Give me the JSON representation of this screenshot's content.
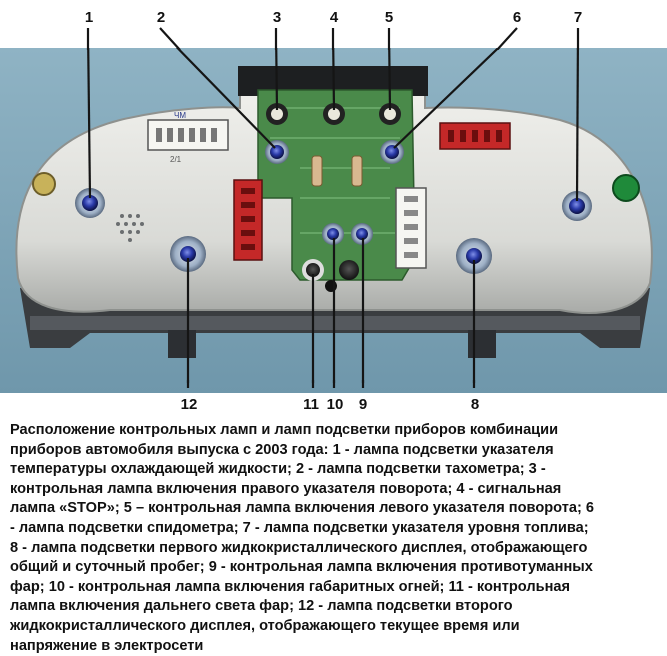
{
  "figure": {
    "callouts": [
      {
        "id": "1",
        "label": "1"
      },
      {
        "id": "2",
        "label": "2"
      },
      {
        "id": "3",
        "label": "3"
      },
      {
        "id": "4",
        "label": "4"
      },
      {
        "id": "5",
        "label": "5"
      },
      {
        "id": "6",
        "label": "6"
      },
      {
        "id": "7",
        "label": "7"
      },
      {
        "id": "12",
        "label": "12"
      },
      {
        "id": "11",
        "label": "11"
      },
      {
        "id": "10",
        "label": "10"
      },
      {
        "id": "9",
        "label": "9"
      },
      {
        "id": "8",
        "label": "8"
      }
    ],
    "panel_markings": {
      "connector_mark": "ЧМ",
      "code_mark": "2/1"
    }
  },
  "caption": {
    "lines": [
      "Расположение контрольных ламп и ламп подсветки приборов комбинации",
      "приборов автомобиля выпуска с 2003 года: 1 - лампа подсветки указателя",
      "температуры охлаждающей жидкости; 2 - лампа подсветки тахометра; 3 -",
      "контрольная лампа включения правого указателя поворота; 4 - сигнальная",
      "лампа «STOP»; 5 – контрольная лампа включения левого указателя поворота; 6",
      "- лампа подсветки спидометра; 7 - лампа подсветки указателя уровня топлива;",
      "8 - лампа подсветки первого жидкокристаллического дисплея, отображающего",
      "общий и суточный пробег; 9 - контрольная лампа включения противотуманных",
      "фар; 10 - контрольная лампа включения габаритных огней; 11 - контрольная",
      "лампа включения дальнего света фар; 12 - лампа подсветки второго",
      "жидкокристаллического дисплея, отображающего текущее время или",
      "напряжение в электросети"
    ]
  }
}
